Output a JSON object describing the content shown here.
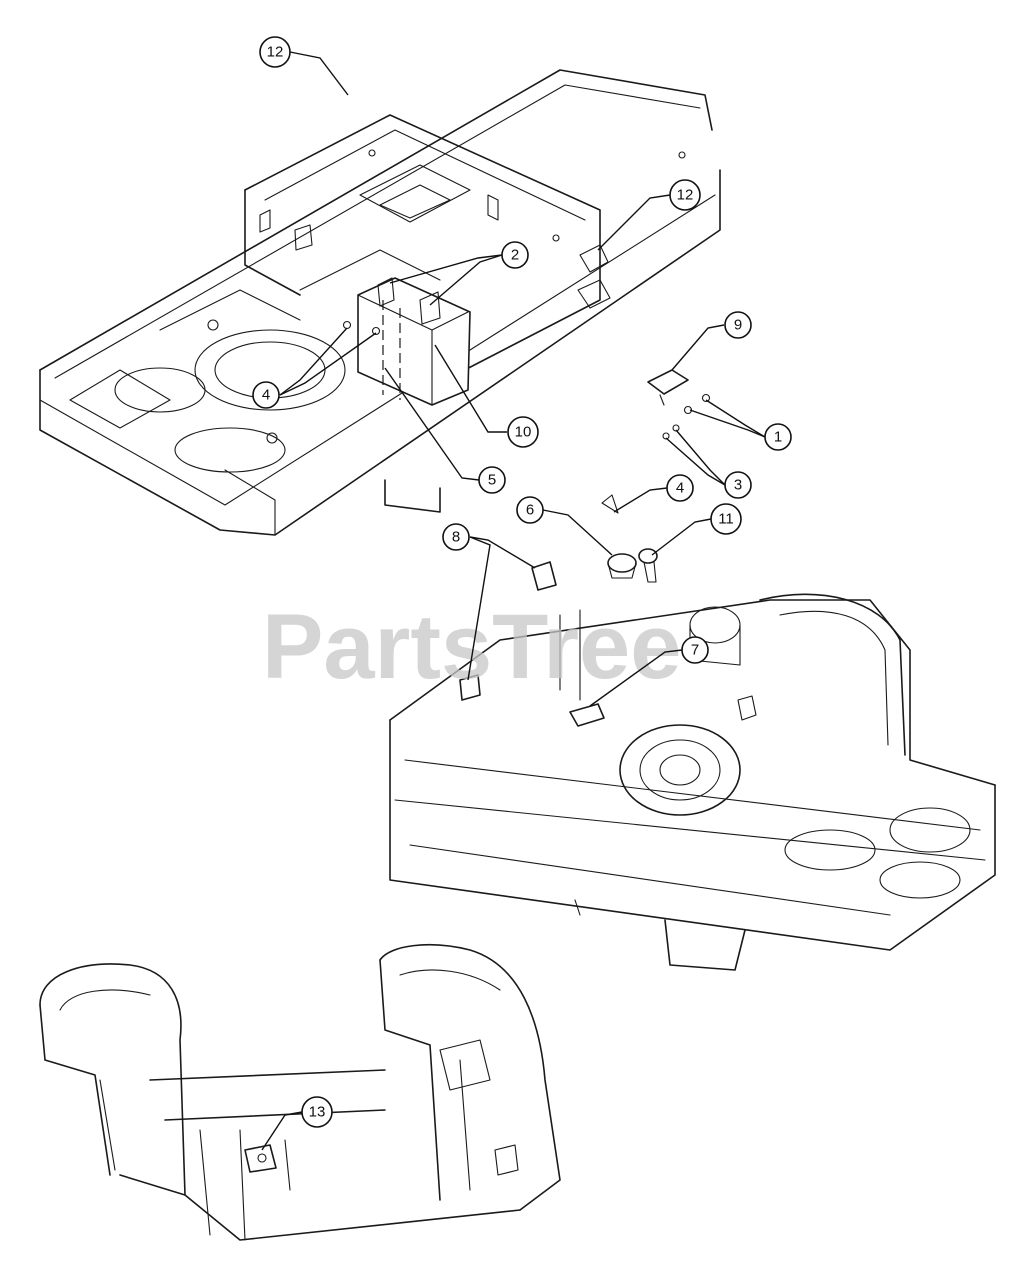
{
  "watermark": "PartsTree",
  "callouts": [
    {
      "id": "c12a",
      "label": "12"
    },
    {
      "id": "c2",
      "label": "2"
    },
    {
      "id": "c12b",
      "label": "12"
    },
    {
      "id": "c9",
      "label": "9"
    },
    {
      "id": "c4a",
      "label": "4"
    },
    {
      "id": "c10",
      "label": "10"
    },
    {
      "id": "c1",
      "label": "1"
    },
    {
      "id": "c3",
      "label": "3"
    },
    {
      "id": "c5",
      "label": "5"
    },
    {
      "id": "c4b",
      "label": "4"
    },
    {
      "id": "c6",
      "label": "6"
    },
    {
      "id": "c11",
      "label": "11"
    },
    {
      "id": "c8",
      "label": "8"
    },
    {
      "id": "c7",
      "label": "7"
    },
    {
      "id": "c13",
      "label": "13"
    }
  ]
}
